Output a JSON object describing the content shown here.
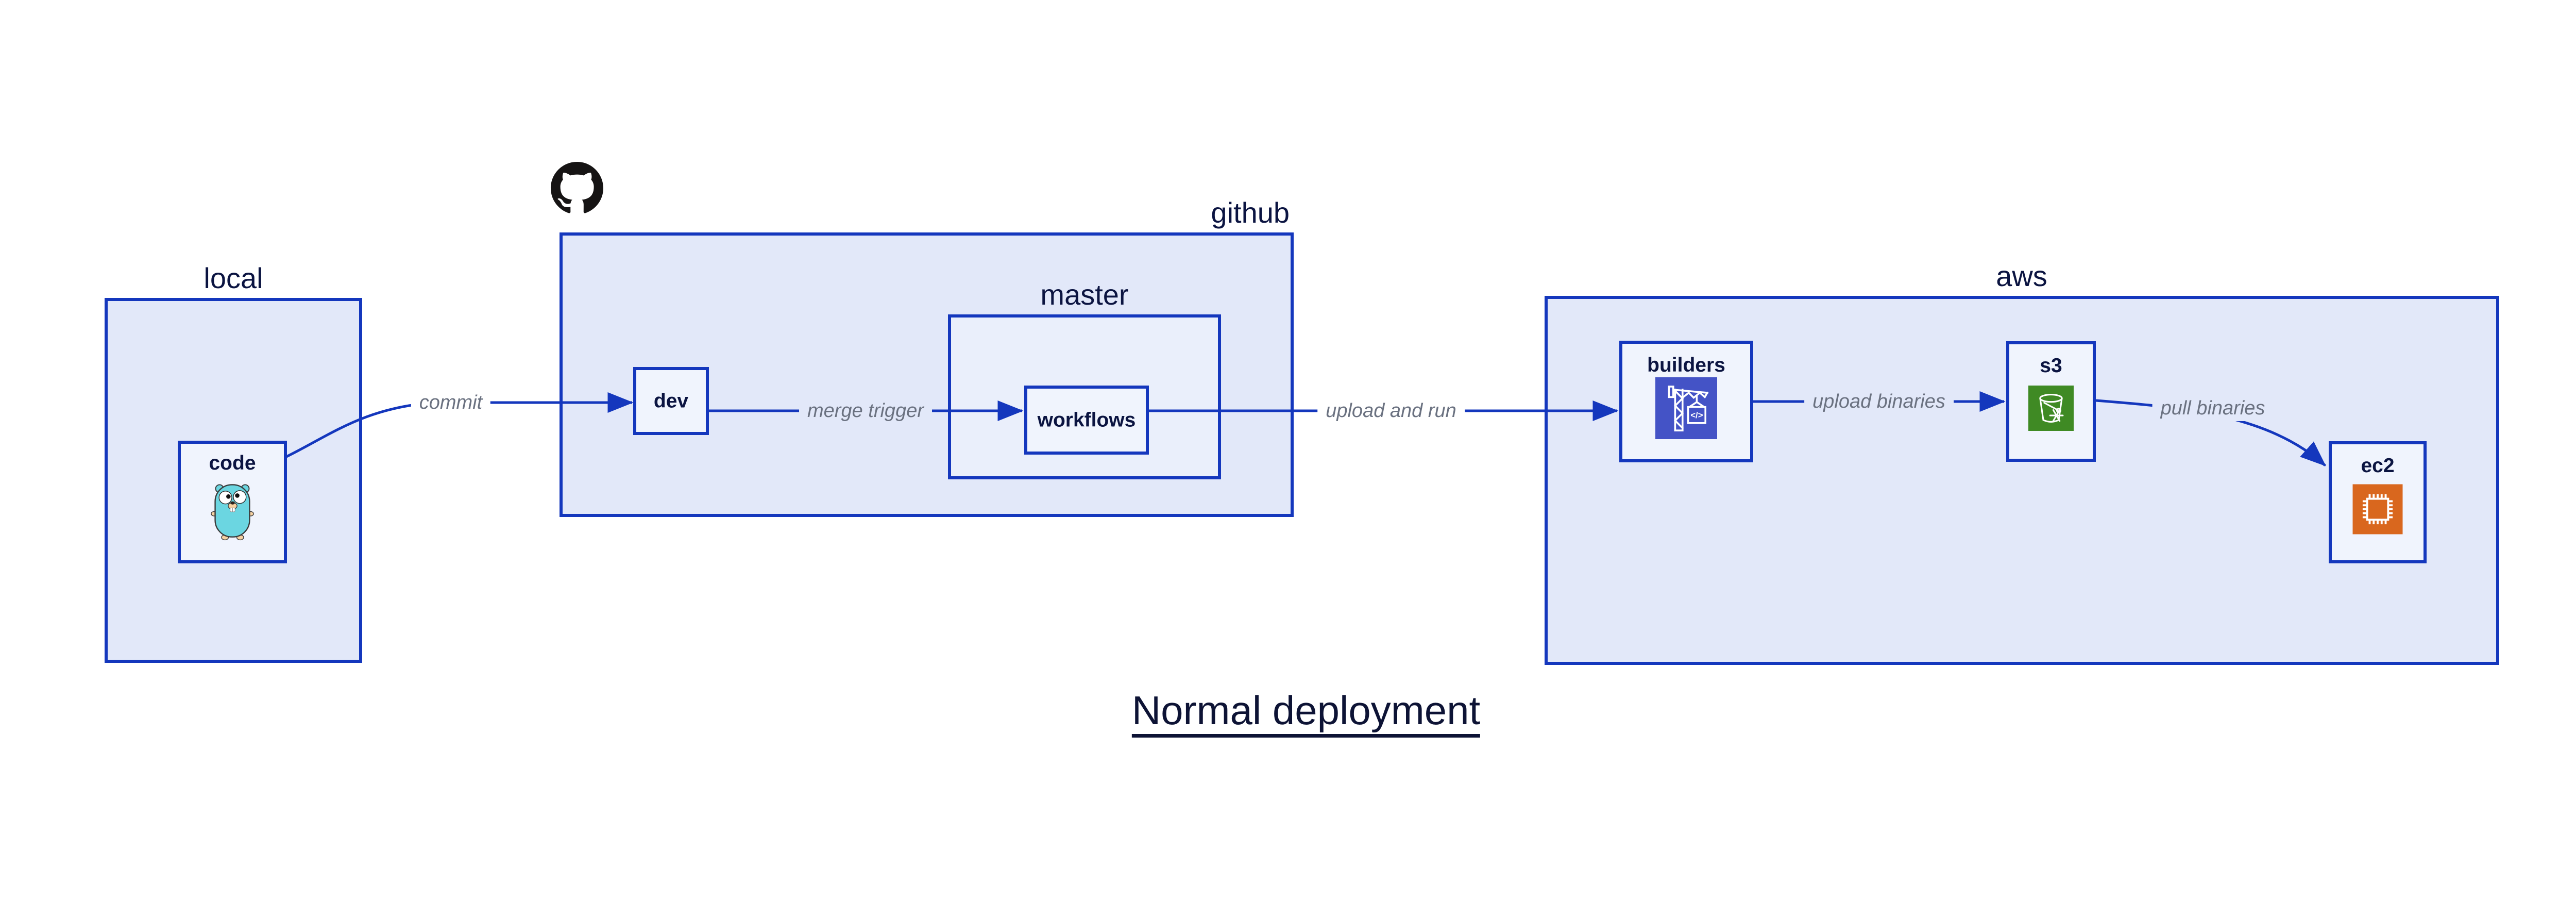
{
  "diagram_title": "Normal deployment",
  "containers": {
    "local": {
      "label": "local"
    },
    "github": {
      "label": "github"
    },
    "master": {
      "label": "master"
    },
    "aws": {
      "label": "aws"
    }
  },
  "nodes": {
    "code": {
      "label": "code"
    },
    "dev": {
      "label": "dev"
    },
    "workflows": {
      "label": "workflows"
    },
    "builders": {
      "label": "builders"
    },
    "s3": {
      "label": "s3"
    },
    "ec2": {
      "label": "ec2"
    }
  },
  "edges": {
    "commit": {
      "label": "commit"
    },
    "merge_trigger": {
      "label": "merge trigger"
    },
    "upload_and_run": {
      "label": "upload and run"
    },
    "upload_binaries": {
      "label": "upload binaries"
    },
    "pull_binaries": {
      "label": "pull binaries"
    }
  },
  "icons": {
    "github": {
      "name": "github-octocat-icon",
      "color": "#161414"
    },
    "code": {
      "name": "go-gopher-icon",
      "body_color": "#6BD6E1",
      "accent_color": "#F6D2A2"
    },
    "builders": {
      "name": "codebuild-crane-icon",
      "background": "#4453C6",
      "glyph": "</>"
    },
    "s3": {
      "name": "s3-bucket-snowflake-icon",
      "background": "#3F8A24"
    },
    "ec2": {
      "name": "ec2-chip-icon",
      "background": "#D9671E"
    }
  },
  "colors": {
    "background": "#ffffff",
    "border_blue": "#1437BD",
    "container_fill": "#E2E8F9",
    "master_fill": "#EAEFFB",
    "node_fill": "#F0F4FD",
    "label_navy": "#0B1441",
    "edge_label_gray": "#6A7180",
    "title_navy": "#0D1335",
    "octocat_black": "#161414",
    "gopher_teal": "#6BD6E1",
    "gopher_tan": "#F6D2A2",
    "builders_indigo": "#4453C6",
    "s3_green": "#3F8A24",
    "ec2_orange": "#D9671E"
  }
}
